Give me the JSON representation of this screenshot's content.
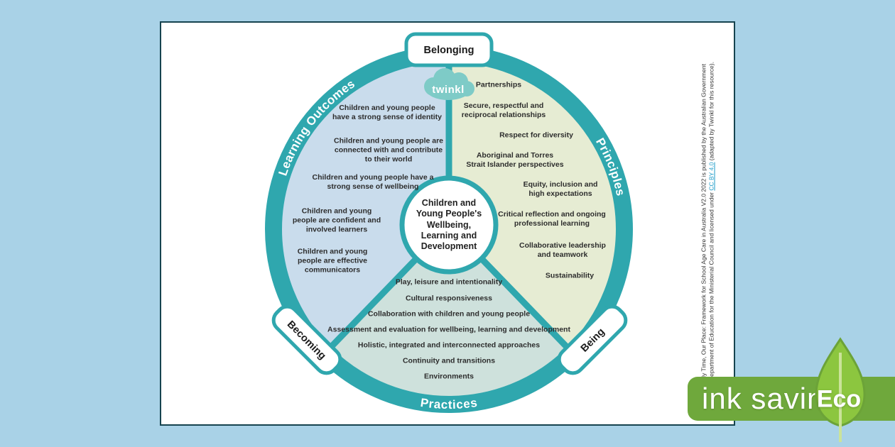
{
  "wheel": {
    "center_label": "Children and\nYoung People's\nWellbeing,\nLearning and\nDevelopment",
    "top_pill": "Belonging",
    "bottom_left_pill": "Becoming",
    "bottom_right_pill": "Being",
    "sections": {
      "learning_outcomes": {
        "label": "Learning Outcomes",
        "items": [
          "Children and young people\nhave a strong sense of identity",
          "Children and young people are\nconnected with and contribute\nto their world",
          "Children and young people have a\nstrong sense of wellbeing",
          "Children and young\npeople are confident and\ninvolved learners",
          "Children and young\npeople are effective\ncommunicators"
        ]
      },
      "principles": {
        "label": "Principles",
        "items": [
          "Partnerships",
          "Secure, respectful and\nreciprocal relationships",
          "Respect for diversity",
          "Aboriginal and Torres\nStrait Islander perspectives",
          "Equity, inclusion and\nhigh expectations",
          "Critical reflection and ongoing\nprofessional learning",
          "Collaborative leadership\nand teamwork",
          "Sustainability"
        ]
      },
      "practices": {
        "label": "Practices",
        "items": [
          "Play, leisure and intentionality",
          "Cultural responsiveness",
          "Collaboration with children and young people",
          "Assessment and evaluation for wellbeing, learning and development",
          "Holistic, integrated and interconnected approaches",
          "Continuity and transitions",
          "Environments"
        ]
      }
    }
  },
  "logo": {
    "text": "twinkl"
  },
  "attribution": {
    "line1": "My Time, Our Place: Framework for School Age Care in Australia V2.0 2022 is published by the Australian Government",
    "line2_pre": "Department of Education for the Ministerial Council and licensed under ",
    "link": "CC BY 4.0",
    "line2_post": " (adapted by Twinkl for this resource)."
  },
  "badge": {
    "label": "ink saving",
    "eco": "Eco"
  },
  "colors": {
    "background": "#A9D2E7",
    "ring_teal": "#2FA7AE",
    "learning_outcomes_fill": "#C9DCEC",
    "principles_fill": "#E6ECD3",
    "practices_fill": "#CEE1DC",
    "badge_green": "#6FA83C",
    "leaf_green": "#8CC63F",
    "logo_teal": "#7ECBC7"
  }
}
